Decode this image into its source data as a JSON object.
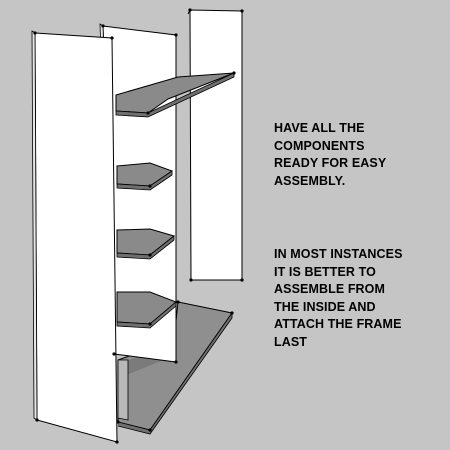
{
  "diagram": {
    "parts": [
      "back-panel",
      "right-side-panel",
      "left-side-panel",
      "shelf",
      "shelf",
      "shelf",
      "shelf",
      "base-board",
      "base-panel"
    ],
    "colors": {
      "background": "#c5c5c5",
      "panel": "#ffffff",
      "shelf": "#8a8a8a",
      "shelf_dark": "#6f6f6f",
      "outline": "#000000"
    }
  },
  "notes": [
    {
      "lines": [
        "HAVE ALL THE",
        "COMPONENTS",
        "READY FOR EASY",
        "ASSEMBLY."
      ]
    },
    {
      "lines": [
        "IN MOST INSTANCES",
        "IT IS BETTER TO",
        "ASSEMBLE FROM",
        "THE INSIDE AND",
        "ATTACH THE FRAME",
        "LAST"
      ]
    }
  ]
}
